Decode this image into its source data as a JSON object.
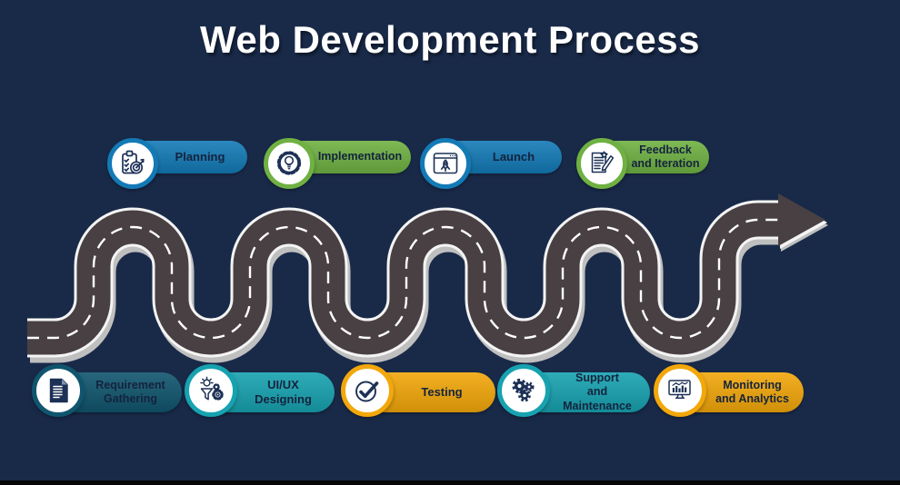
{
  "title": "Web Development Process",
  "colors": {
    "background": "#192a49",
    "bottom_strip": "#060608",
    "road_body": "#494043",
    "road_edge": "#f4f4f4",
    "road_shadow": "#bfbfbf",
    "road_dash": "#ffffff",
    "pill_text": "#14233d",
    "title_text": "#ffffff",
    "blue": "#137ab6",
    "green": "#6fb142",
    "teal": "#17a2b0",
    "dark_teal": "#10556e",
    "yellow": "#f2a70a"
  },
  "top_steps": [
    {
      "name": "planning",
      "lines": [
        "Planning"
      ],
      "color": "#137ab6",
      "icon": "planning-icon"
    },
    {
      "name": "implementation",
      "lines": [
        "Implementation"
      ],
      "color": "#6fb142",
      "icon": "implementation-icon"
    },
    {
      "name": "launch",
      "lines": [
        "Launch"
      ],
      "color": "#137ab6",
      "icon": "launch-icon"
    },
    {
      "name": "feedback-and-iteration",
      "lines": [
        "Feedback",
        "and Iteration"
      ],
      "color": "#6fb142",
      "icon": "feedback-icon"
    }
  ],
  "bottom_steps": [
    {
      "name": "requirement-gathering",
      "lines": [
        "Requirement",
        "Gathering"
      ],
      "color": "#10556e",
      "icon": "requirement-document-icon"
    },
    {
      "name": "ui-ux-designing",
      "lines": [
        "UI/UX Designing"
      ],
      "color": "#17a2b0",
      "icon": "uiux-design-icon"
    },
    {
      "name": "testing",
      "lines": [
        "Testing"
      ],
      "color": "#f2a70a",
      "icon": "testing-checkmark-icon"
    },
    {
      "name": "support-and-maintenance",
      "lines": [
        "Support",
        "and Maintenance"
      ],
      "color": "#17a2b0",
      "icon": "support-gears-icon"
    },
    {
      "name": "monitoring-and-analytics",
      "lines": [
        "Monitoring",
        "and Analytics"
      ],
      "color": "#f2a70a",
      "icon": "monitoring-analytics-icon"
    }
  ]
}
